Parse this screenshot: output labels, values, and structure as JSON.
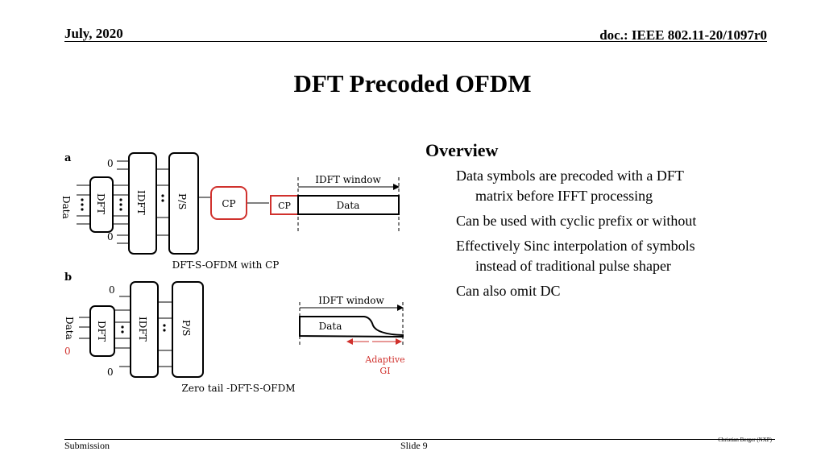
{
  "header": {
    "date": "July, 2020",
    "doc": "doc.: IEEE 802.11-20/1097r0"
  },
  "title": "DFT Precoded OFDM",
  "overview": {
    "heading": "Overview",
    "bullets": [
      {
        "line1": "Data symbols are precoded with a DFT",
        "line2": "matrix before IFFT processing"
      },
      {
        "line1": "Can be used with cyclic prefix or without",
        "line2": ""
      },
      {
        "line1": "Effectively Sinc interpolation of symbols",
        "line2": "instead of traditional pulse shaper"
      },
      {
        "line1": "Can also omit DC",
        "line2": ""
      }
    ]
  },
  "diagram": {
    "a": {
      "label": "a",
      "zero_top": "0",
      "zero_bottom": "0",
      "data": "Data",
      "dft": "DFT",
      "idft": "IDFT",
      "ps": "P/S",
      "cp": "CP",
      "window": "IDFT window",
      "frame_cp": "CP",
      "frame_data": "Data",
      "caption": "DFT-S-OFDM with CP"
    },
    "b": {
      "label": "b",
      "zero_top": "0",
      "zero_red": "0",
      "zero_bottom": "0",
      "data": "Data",
      "dft": "DFT",
      "idft": "IDFT",
      "ps": "P/S",
      "window": "IDFT window",
      "frame_data": "Data",
      "adaptive_line1": "Adaptive",
      "adaptive_line2": "GI",
      "caption": "Zero tail -DFT-S-OFDM"
    },
    "colors": {
      "highlight": "#d0312d"
    }
  },
  "footer": {
    "left": "Submission",
    "center": "Slide 9",
    "right": "Christian Berger (NXP)"
  }
}
